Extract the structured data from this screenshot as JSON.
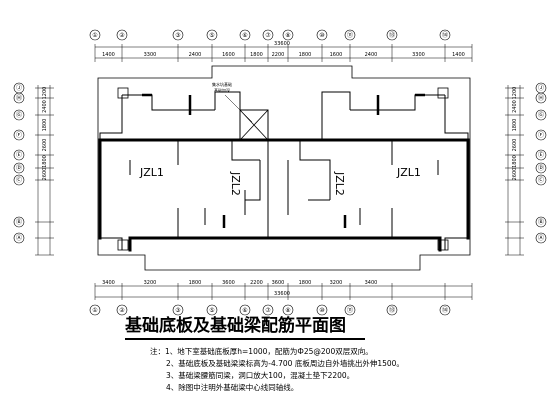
{
  "title": "基础底板及基础梁配筋平面图",
  "notes": [
    "注：1、地下室基础底板厚h=1000，配筋为Ф25@200双层双向。",
    "2、基础底板及基础梁梁标高为-4.700 底板周边自外墙挑出外伸1500。",
    "3、基础梁腰筋同梁，洞口放大100，混凝土垫下2200。",
    "4、除图中注明外基础梁中心线同轴线。"
  ],
  "beam_labels": {
    "jzl1": "JZL1",
    "jzl2": "JZL2"
  },
  "annotation": [
    "集水坑基础",
    "基础加深"
  ],
  "top_total_dim": "33600",
  "bottom_total_dim": "33600",
  "top_dims": [
    "1400",
    "3300",
    "2400",
    "1600",
    "1800",
    "2200",
    "1800",
    "1600",
    "2400",
    "3300",
    "1400"
  ],
  "bottom_dims": [
    "3400",
    "3200",
    "1800",
    "3600",
    "2200",
    "3600",
    "1800",
    "3200",
    "3400"
  ],
  "left_dims": [
    "1200",
    "2400",
    "1800",
    "2600",
    "1800",
    "2600"
  ],
  "right_dims": [
    "1200",
    "2400",
    "1800",
    "2600",
    "1800",
    "2600"
  ],
  "top_axes": [
    "①",
    "②",
    "③",
    "⑤",
    "⑥",
    "⑦",
    "⑧",
    "⑩",
    "⑪",
    "⑬",
    "⑭"
  ],
  "bottom_axes": [
    "①",
    "②",
    "③",
    "⑤",
    "⑥",
    "⑦",
    "⑧",
    "⑩",
    "⑪",
    "⑬",
    "⑭"
  ],
  "left_axes": [
    "Ⓙ",
    "Ⓗ",
    "Ⓖ",
    "Ⓕ",
    "Ⓔ",
    "Ⓓ",
    "Ⓒ",
    "Ⓑ",
    "Ⓐ"
  ],
  "right_axes": [
    "Ⓙ",
    "Ⓗ",
    "Ⓖ",
    "Ⓕ",
    "Ⓔ",
    "Ⓓ",
    "Ⓒ",
    "Ⓑ",
    "Ⓐ"
  ]
}
